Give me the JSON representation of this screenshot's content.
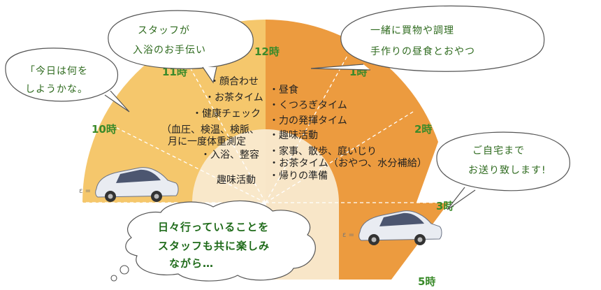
{
  "hours": {
    "h10": "10時",
    "h11": "11時",
    "h12": "12時",
    "h1": "1時",
    "h2": "2時",
    "h3": "3時",
    "h5": "5時"
  },
  "morning_schedule": [
    "・顔合わせ",
    "・お茶タイム",
    "・健康チェック",
    "（血圧、検温、検脈、",
    "月に一度体重測定",
    "・入浴、整容"
  ],
  "morning_hobby": "趣味活動",
  "afternoon_schedule": [
    "・昼食",
    "・くつろぎタイム",
    "・力の発揮タイム",
    "・趣味活動",
    "・家事、散歩、庭いじり",
    "・お茶タイム（おやつ、水分補給）",
    "・帰りの準備"
  ],
  "bubbles": {
    "today": [
      "「今日は何を",
      "しようかな。"
    ],
    "bath": [
      "スタッフが",
      "入浴のお手伝い"
    ],
    "lunch": [
      "一緒に買物や調理",
      "手作りの昼食とおやつ"
    ],
    "home": [
      "ご自宅まで",
      "お送り致します!"
    ],
    "daily": [
      "日々行っていることを",
      "スタッフも共に楽しみ",
      "ながら…"
    ]
  },
  "colors": {
    "morning": "#f5c76c",
    "afternoon": "#ec9b3f",
    "inner": "#f9ead0",
    "label_green": "#3a8a2a"
  }
}
